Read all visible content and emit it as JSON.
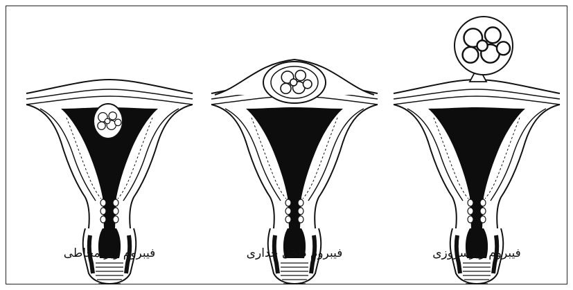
{
  "panels": [
    {
      "label": "فیبروم زیر مخاطی",
      "type": "submucosal"
    },
    {
      "label": "فیبروم داخل جداری",
      "type": "intramural"
    },
    {
      "label": "فیبروم زیرسروزی",
      "type": "subserosal"
    }
  ],
  "colors": {
    "ink": "#111111",
    "paper": "#ffffff"
  }
}
